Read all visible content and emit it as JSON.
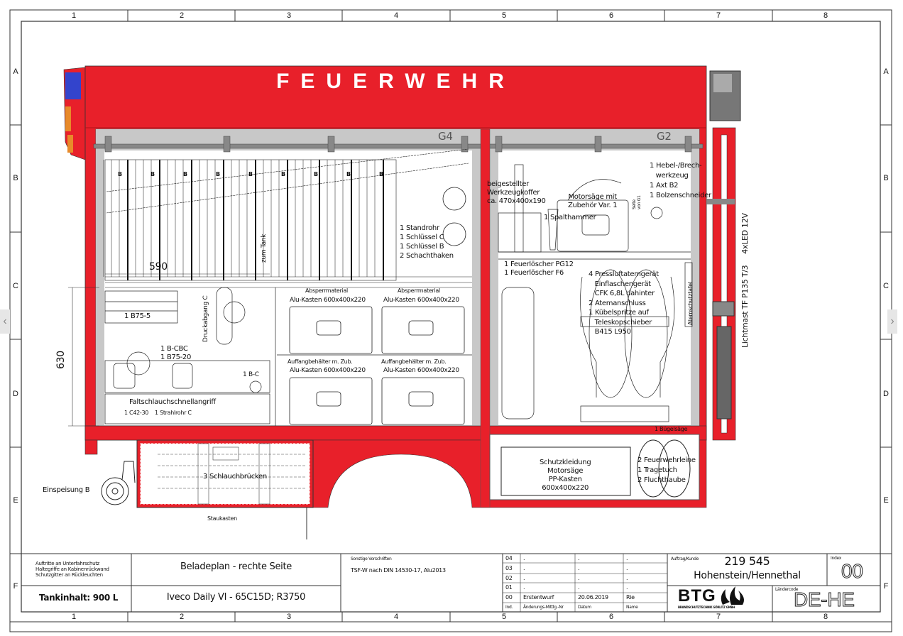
{
  "frame": {
    "columns": [
      "1",
      "2",
      "3",
      "4",
      "5",
      "6",
      "7",
      "8"
    ],
    "rows": [
      "A",
      "B",
      "C",
      "D",
      "E",
      "F"
    ]
  },
  "truck": {
    "title": "FEUERWEHR",
    "compartment_left": "G4",
    "compartment_right": "G2",
    "dim_width": "590",
    "dim_height": "630",
    "colors": {
      "body_red": "#e8202a",
      "frame_gray": "#bdbdbd",
      "blue_light": "#3344cc",
      "orange_light": "#e88a2a"
    }
  },
  "labels": {
    "zum_tank": "zum Tank",
    "b75_5": "1 B75-5",
    "druckabgang": "Druckabgang C",
    "bcbc": "1 B-CBC\n1 B75-20",
    "bc": "1 B-C",
    "faltschlauch": "Faltschlauchschnellangriff",
    "c42": "1 C42-30    1 Strahlrohr C",
    "standrohr": "1 Standrohr\n1 Schlüssel C\n1 Schlüssel B\n2 Schachthaken",
    "box1_title": "Absperrmaterial",
    "box1_sub": "Alu-Kasten 600x400x220",
    "box2_title": "Absperrmaterial",
    "box2_sub": "Alu-Kasten 600x400x220",
    "box3_title": "Auffangbehälter m. Zub.",
    "box3_sub": "Alu-Kasten 600x400x220",
    "box4_title": "Auffangbehälter m. Zub.",
    "box4_sub": "Alu-Kasten 600x400x220",
    "werkzeugkoffer": "beigestellter\nWerkzeugkoffer\nca. 470x400x190",
    "spalthammer": "1 Spalthammer",
    "motorsaege": "Motorsäge mit\nZubehör Var. 1",
    "seite_g1": "Seite\nvon G1",
    "hebel": "1 Hebel-/Brech-\n   werkzeug\n1 Axt B2\n1 Bolzenschneider",
    "feuerloescher": "1 Feuerlöscher PG12\n1 Feuerlöscher F6",
    "pressluft": "4 Pressluftatemgerät\n   Einflaschengerät\n   CFK 6,8L dahinter\n2 Atemanschluss\n1 Kübelspritze auf\n   Teleskopschieber\n   B415 L950",
    "atemschutztafel": "Atemschutztafel",
    "buegelsaege": "1 Bügelsäge",
    "schutzkleidung": "Schutzkleidung\nMotorsäge\nPP-Kasten\n600x400x220",
    "feuerwehrleine": "2 Feuerwehrleine\n1 Tragetuch\n2 Fluchthaube",
    "lichtmast": "Lichtmast TF P135 T/3     4xLED 12V",
    "schlauchbruecken": "3 Schlauchbrücken",
    "einspeisung": "Einspeisung B",
    "staukasten": "Staukasten",
    "b_marks": [
      "B",
      "B",
      "B",
      "B",
      "B",
      "B",
      "B",
      "B",
      "B"
    ]
  },
  "title_block": {
    "notes": "Auftritte an Unterfahrschutz\nHaltegriffe an Kabinenrückwand\nSchutzgitter an Rückleuchten",
    "tank": "Tankinhalt: 900 L",
    "plan_title": "Beladeplan - rechte Seite",
    "vehicle": "Iveco Daily VI - 65C15D; R3750",
    "regs_label": "Sonstige Vorschriften",
    "regs": "TSF-W nach DIN 14530-17, Alu2013",
    "revisions": [
      {
        "ind": "04",
        "desc": ".",
        "date": ".",
        "name": "."
      },
      {
        "ind": "03",
        "desc": ".",
        "date": ".",
        "name": "."
      },
      {
        "ind": "02",
        "desc": ".",
        "date": ".",
        "name": "."
      },
      {
        "ind": "01",
        "desc": ".",
        "date": ".",
        "name": "."
      },
      {
        "ind": "00",
        "desc": "Erstentwurf",
        "date": "20.06.2019",
        "name": "Rie"
      }
    ],
    "rev_header": {
      "ind": "Ind.",
      "desc": "Änderungs-Mittlg.-Nr",
      "date": "Datum",
      "name": "Name"
    },
    "order_label": "Auftrag/Kunde",
    "order_no": "219 545",
    "customer": "Hohenstein/Hennethal",
    "index_label": "Index",
    "index": "00",
    "country_label": "Ländercode",
    "country": "DE-HE",
    "logo": "BTG",
    "logo_sub": "BRANDSCHUTZTECHNIK GÖRLITZ GMBH"
  },
  "viewer": {
    "prev": "‹",
    "next": "›"
  }
}
